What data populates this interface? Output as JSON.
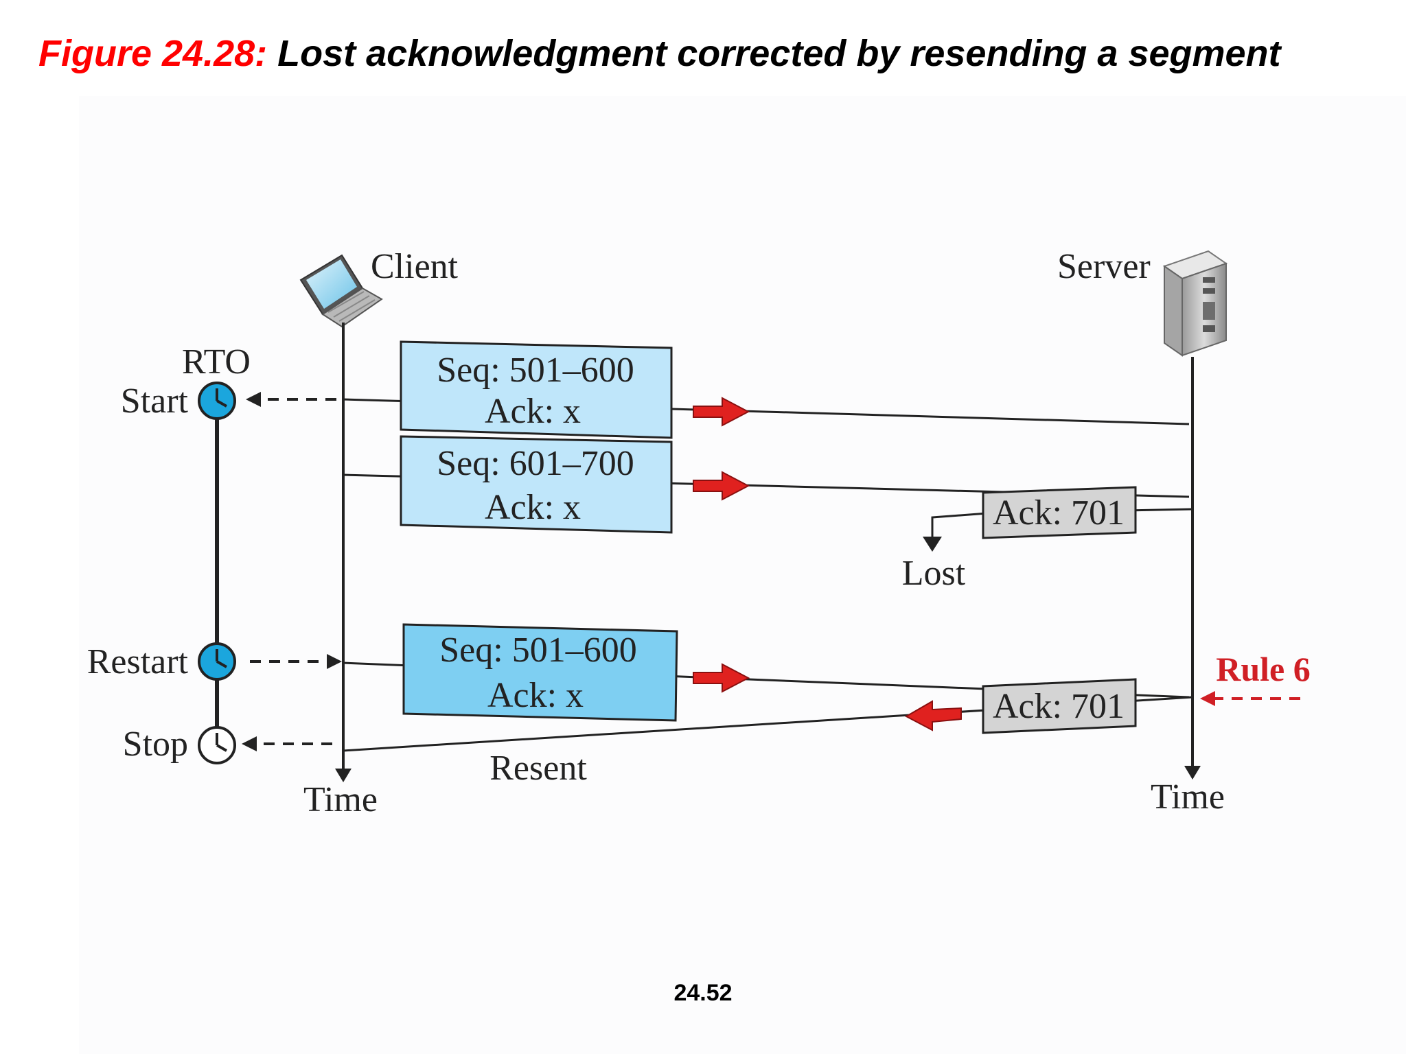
{
  "title": {
    "figure_label": "Figure 24.28:",
    "caption": "Lost acknowledgment corrected by resending a segment"
  },
  "diagram": {
    "client_label": "Client",
    "server_label": "Server",
    "rto_label": "RTO",
    "timer_events": {
      "start": "Start",
      "restart": "Restart",
      "stop": "Stop"
    },
    "segments": [
      {
        "seq": "Seq: 501–600",
        "ack": "Ack: x"
      },
      {
        "seq": "Seq: 601–700",
        "ack": "Ack: x"
      },
      {
        "seq": "Seq: 501–600",
        "ack": "Ack: x"
      }
    ],
    "acks": [
      {
        "label": "Ack: 701"
      },
      {
        "label": "Ack: 701"
      }
    ],
    "lost_label": "Lost",
    "resent_label": "Resent",
    "rule_label": "Rule 6",
    "time_label_client": "Time",
    "time_label_server": "Time"
  },
  "colors": {
    "figure_label": "#ff0000",
    "segment_fill_light": "#bfe6fa",
    "segment_fill_resent": "#7ecff2",
    "ack_fill": "#d4d4d4",
    "arrow_red": "#e0211f",
    "rule_red": "#d01f25",
    "clock_blue": "#1ba6dd"
  },
  "page_number": "24.52"
}
